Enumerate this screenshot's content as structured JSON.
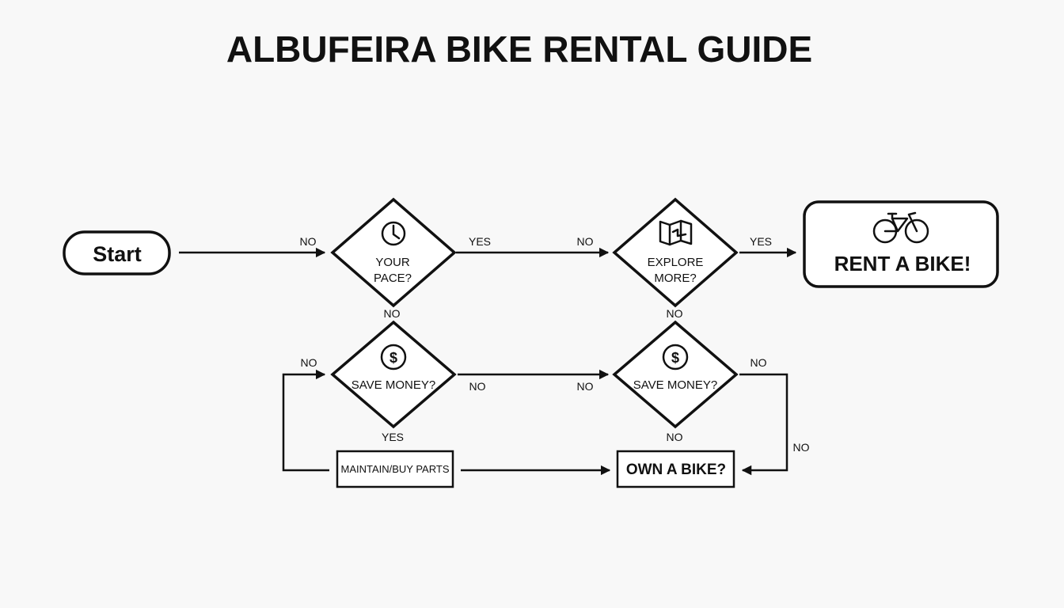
{
  "title": "ALBUFEIRA BIKE RENTAL GUIDE",
  "nodes": {
    "start": "Start",
    "your_pace": {
      "line1": "YOUR",
      "line2": "PACE?",
      "icon": "clock-icon"
    },
    "explore_more": {
      "line1": "EXPLORE",
      "line2": "MORE?",
      "icon": "map-icon"
    },
    "save_money_left": {
      "label": "SAVE MONEY?",
      "icon": "dollar-coin-icon"
    },
    "save_money_right": {
      "label": "SAVE MONEY?",
      "icon": "dollar-coin-icon"
    },
    "maintain_parts": "MAINTAIN/BUY PARTS",
    "own_bike": "OWN A BIKE?",
    "rent_bike": {
      "label": "RENT A BIKE!",
      "icon": "bicycle-icon"
    }
  },
  "edge_labels": {
    "start_to_pace": "NO",
    "pace_yes": "YES",
    "explore_in": "NO",
    "explore_yes": "YES",
    "pace_no": "NO",
    "explore_no": "NO",
    "loop_left": "NO",
    "save_left_no": "NO",
    "save_right_in": "NO",
    "save_right_out": "NO",
    "save_left_yes": "YES",
    "save_right_no": "NO",
    "loop_right": "NO"
  }
}
